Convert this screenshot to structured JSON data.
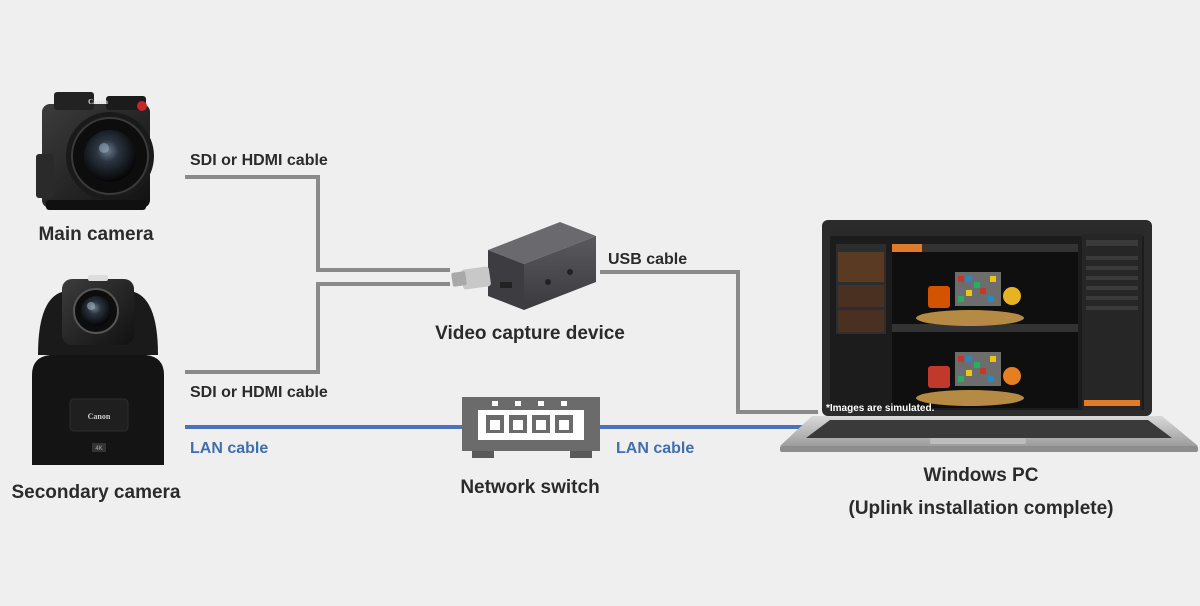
{
  "labels": {
    "main_camera": "Main camera",
    "secondary_camera": "Secondary camera",
    "video_capture_device": "Video capture device",
    "network_switch": "Network switch",
    "windows_pc": "Windows PC",
    "uplink": "(Uplink installation complete)",
    "sdi_hdmi_top": "SDI or HDMI cable",
    "sdi_hdmi_bottom": "SDI or HDMI cable",
    "usb_cable": "USB cable",
    "lan_left": "LAN cable",
    "lan_right": "LAN cable",
    "simulated_note": "*Images are simulated.",
    "main_camera_brand": "Canon",
    "secondary_camera_brand": "Canon",
    "secondary_camera_badge": "4K"
  },
  "colors": {
    "background": "#efefef",
    "hdmi_cable": "#8a8a8a",
    "lan_cable": "#4a74b5",
    "lan_text": "#3f6fae",
    "text": "#2b2b2b",
    "ui_accent": "#e07b2a"
  },
  "icons": {
    "main_camera": "cinema-camera-icon",
    "secondary_camera": "ptz-camera-icon",
    "capture_device": "capture-box-icon",
    "switch": "network-switch-icon",
    "pc": "laptop-icon"
  }
}
